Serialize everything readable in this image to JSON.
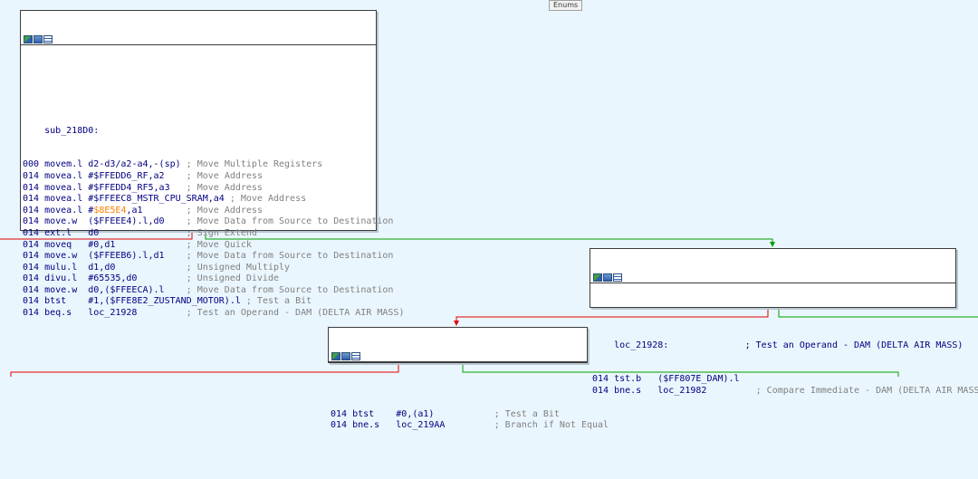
{
  "toolbar": {
    "enums_tab": "Enums"
  },
  "colors": {
    "edge_true": "#00a000",
    "edge_false": "#e00000",
    "edge_normal": "#2080ff",
    "background": "#eaf6fd"
  },
  "header_icons": [
    "graph-icon",
    "edit-icon",
    "list-icon"
  ],
  "block1": {
    "label": "sub_218D0:",
    "lines": [
      {
        "addr": "000",
        "mnem": "movem.l",
        "ops": "d2-d3/a2-a4,-(sp)",
        "comment": "; Move Multiple Registers"
      },
      {
        "addr": "014",
        "mnem": "movea.l",
        "ops": "#$FFEDD6_RF,a2",
        "comment": "; Move Address"
      },
      {
        "addr": "014",
        "mnem": "movea.l",
        "ops": "#$FFEDD4_RF5,a3",
        "comment": "; Move Address"
      },
      {
        "addr": "014",
        "mnem": "movea.l",
        "ops": "#$FFEEC8_MSTR_CPU_SRAM,a4",
        "comment": "; Move Address"
      },
      {
        "addr": "014",
        "mnem": "movea.l",
        "ops_prefix": "#",
        "ops_highlight": "$8E5E4",
        "ops_suffix": ",a1",
        "comment": "; Move Address"
      },
      {
        "addr": "014",
        "mnem": "move.w",
        "ops": "($FFEEE4).l,d0",
        "comment": "; Move Data from Source to Destination"
      },
      {
        "addr": "014",
        "mnem": "ext.l",
        "ops": "d0",
        "comment": "; Sign Extend"
      },
      {
        "addr": "014",
        "mnem": "moveq",
        "ops": "#0,d1",
        "comment": "; Move Quick"
      },
      {
        "addr": "014",
        "mnem": "move.w",
        "ops": "($FFEEB6).l,d1",
        "comment": "; Move Data from Source to Destination"
      },
      {
        "addr": "014",
        "mnem": "mulu.l",
        "ops": "d1,d0",
        "comment": "; Unsigned Multiply"
      },
      {
        "addr": "014",
        "mnem": "divu.l",
        "ops": "#65535,d0",
        "comment": "; Unsigned Divide"
      },
      {
        "addr": "014",
        "mnem": "move.w",
        "ops": "d0,($FFEECA).l",
        "comment": "; Move Data from Source to Destination"
      },
      {
        "addr": "014",
        "mnem": "btst",
        "ops": "#1,($FFE8E2_ZUSTAND_MOTOR).l",
        "comment": "; Test a Bit"
      },
      {
        "addr": "014",
        "mnem": "beq.s",
        "ops": "loc_21928",
        "comment": "; Test an Operand - DAM (DELTA AIR MASS)"
      }
    ]
  },
  "block2": {
    "label": "loc_21928:",
    "label_comment": "; Test an Operand - DAM (DELTA AIR MASS)",
    "lines": [
      {
        "addr": "014",
        "mnem": "tst.b",
        "ops": "($FF807E_DAM).l",
        "comment": ""
      },
      {
        "addr": "014",
        "mnem": "bne.s",
        "ops": "loc_21982",
        "comment": "; Compare Immediate - DAM (DELTA AIR MASS)"
      }
    ]
  },
  "block3": {
    "lines": [
      {
        "addr": "014",
        "mnem": "btst",
        "ops": "#0,(a1)",
        "comment": "; Test a Bit"
      },
      {
        "addr": "014",
        "mnem": "bne.s",
        "ops": "loc_219AA",
        "comment": "; Branch if Not Equal"
      }
    ]
  }
}
